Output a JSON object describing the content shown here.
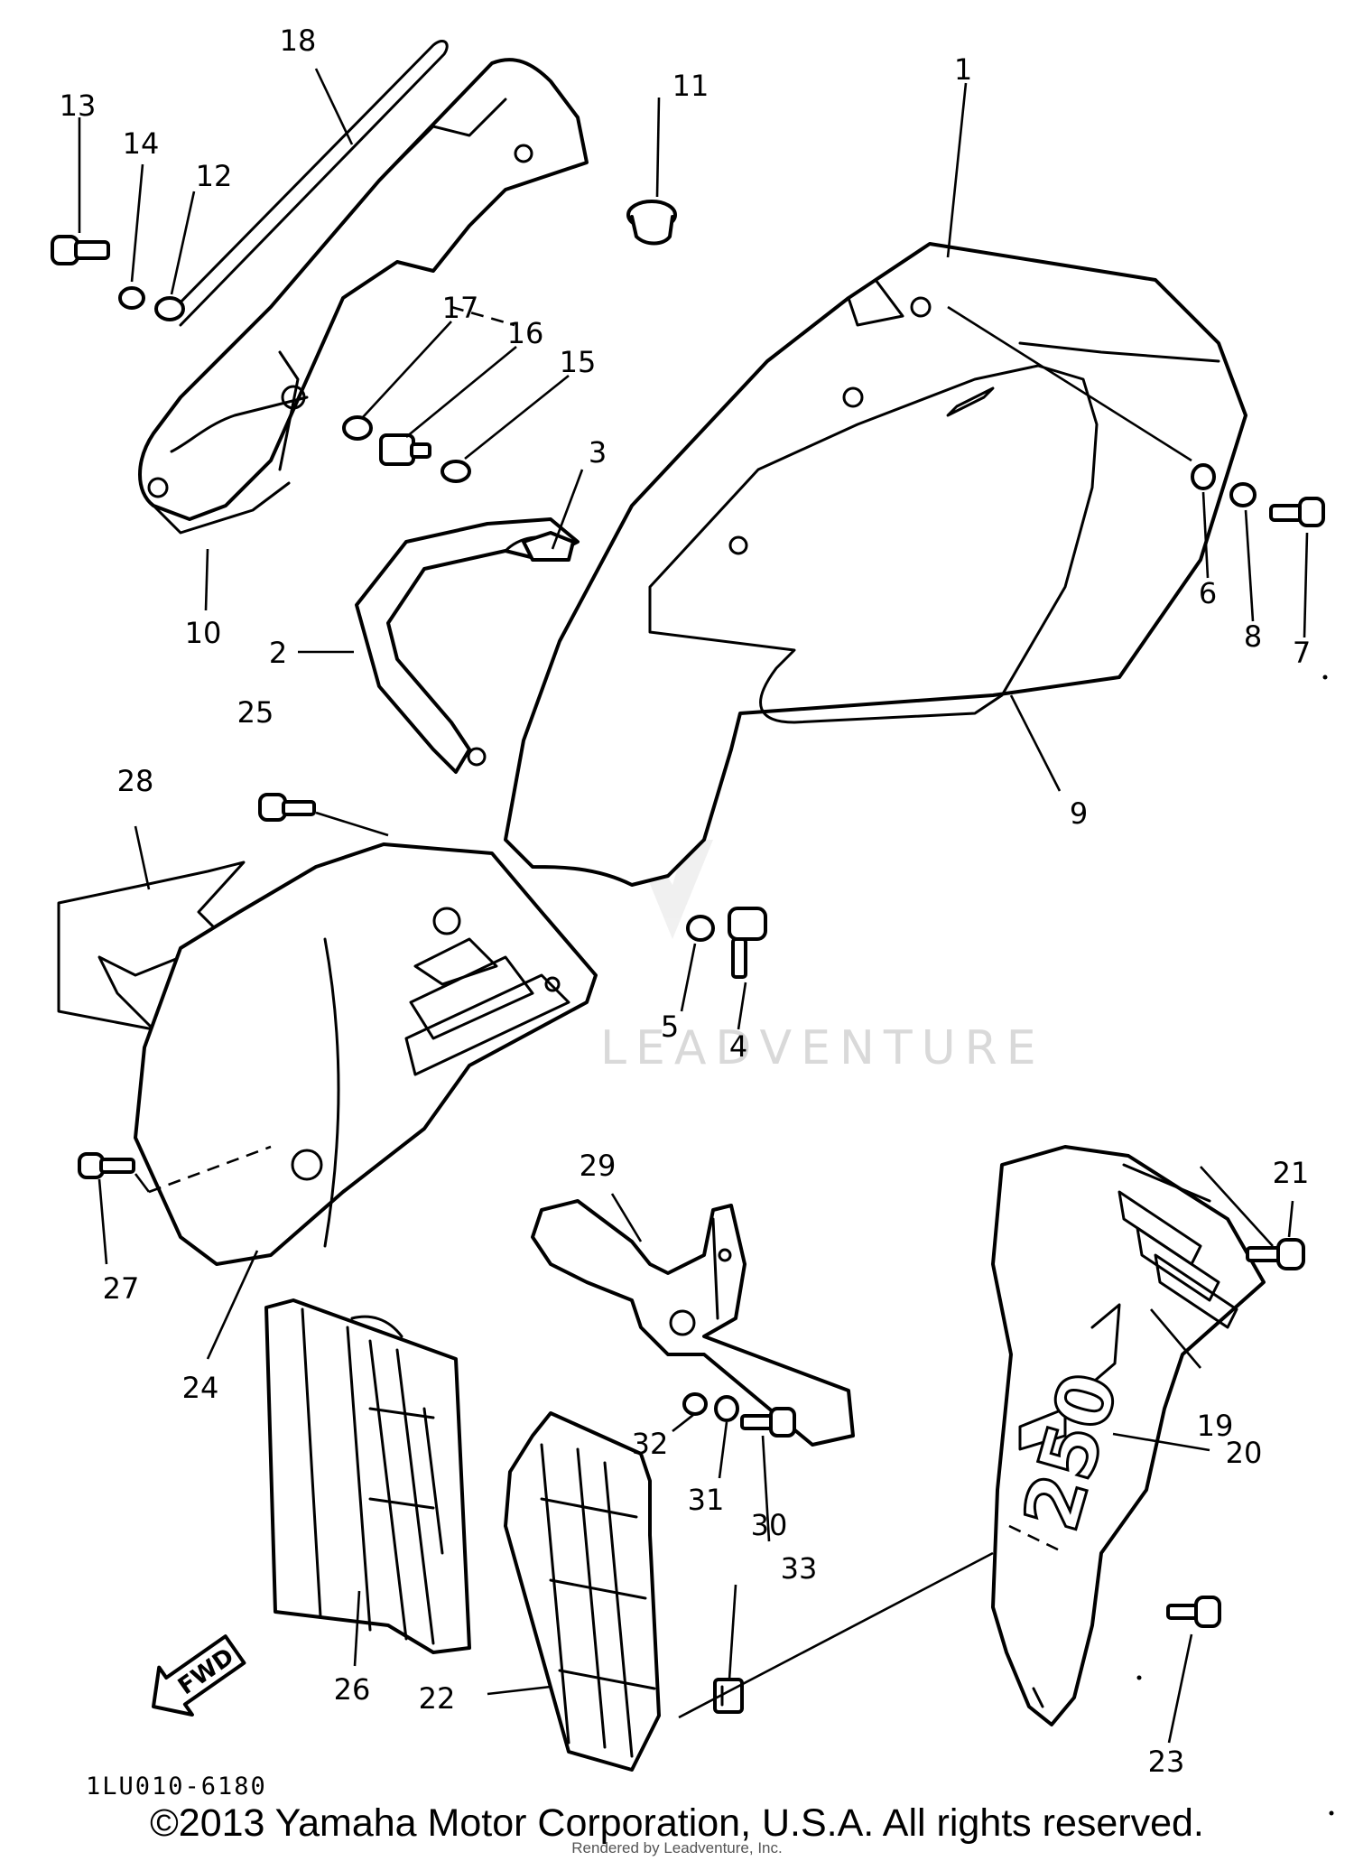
{
  "diagram_code": "1LU010-6180",
  "watermark": "LEADVENTURE",
  "fwd_label": "FWD",
  "decal_text": "250",
  "copyright": "©2013 Yamaha Motor Corporation, U.S.A. All rights reserved.",
  "rendered_by": "Rendered by Leadventure, Inc.",
  "callouts": [
    "1",
    "2",
    "3",
    "4",
    "5",
    "6",
    "7",
    "8",
    "9",
    "10",
    "11",
    "12",
    "13",
    "14",
    "15",
    "16",
    "17",
    "18",
    "19",
    "20",
    "21",
    "22",
    "23",
    "24",
    "25",
    "26",
    "27",
    "28",
    "29",
    "30",
    "31",
    "32",
    "33"
  ]
}
